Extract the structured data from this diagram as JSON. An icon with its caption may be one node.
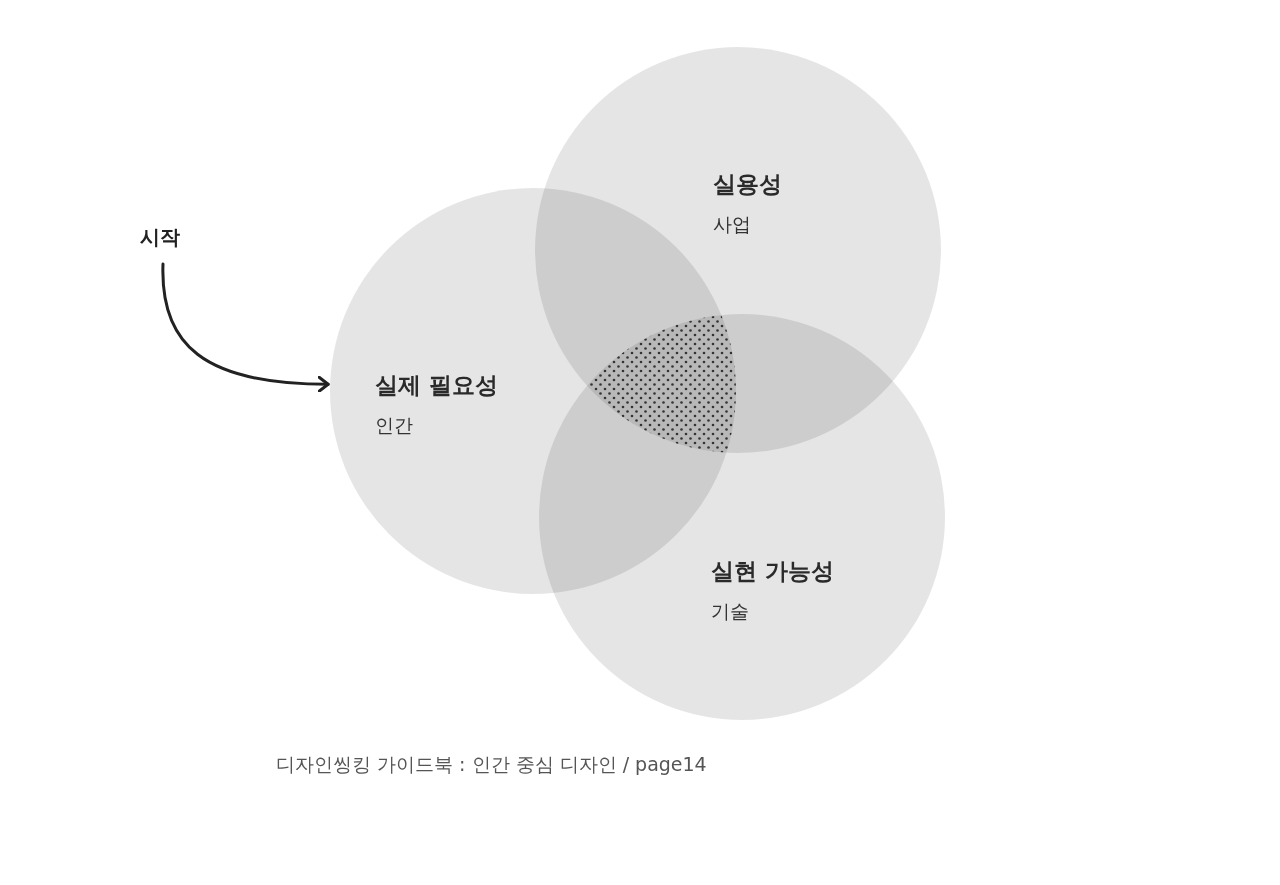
{
  "diagram": {
    "caption": "디자인씽킹 가이드북 : 인간 중심 디자인 / page14",
    "nodes": [
      {
        "text": [
          "시작"
        ]
      },
      {
        "text": [
          "실제 필요성",
          "인간"
        ]
      },
      {
        "text": [
          "실용성",
          "사업"
        ]
      },
      {
        "text": [
          "실현 가능성",
          "기술"
        ]
      }
    ],
    "edges": [
      {
        "from": 0,
        "to": 1,
        "arrow": "to"
      }
    ]
  }
}
